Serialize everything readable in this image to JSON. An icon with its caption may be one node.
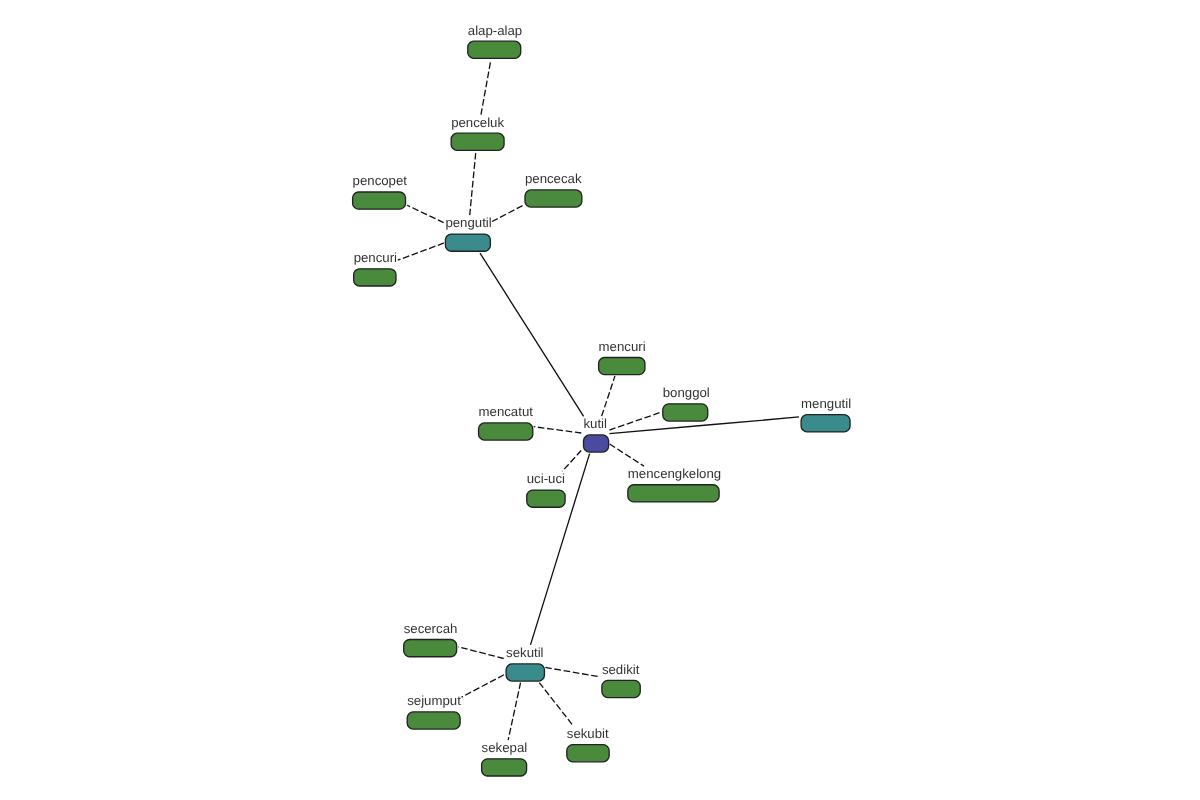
{
  "diagram": {
    "nodes": [
      {
        "text": [
          "kutil"
        ]
      },
      {
        "text": [
          "mengutil"
        ]
      },
      {
        "text": [
          "uci-uci"
        ]
      },
      {
        "text": [
          "mencuri"
        ]
      },
      {
        "text": [
          "mencengkelong"
        ]
      },
      {
        "text": [
          "bonggol"
        ]
      },
      {
        "text": [
          "mencatut"
        ]
      },
      {
        "text": [
          "sekutil"
        ]
      },
      {
        "text": [
          "sejumput"
        ]
      },
      {
        "text": [
          "sekubit"
        ]
      },
      {
        "text": [
          "sekepal"
        ]
      },
      {
        "text": [
          "secercah"
        ]
      },
      {
        "text": [
          "sedikit"
        ]
      },
      {
        "text": [
          "pengutil"
        ]
      },
      {
        "text": [
          "penceluk"
        ]
      },
      {
        "text": [
          "alap-alap"
        ]
      },
      {
        "text": [
          "pencecak"
        ]
      },
      {
        "text": [
          "pencopet"
        ]
      },
      {
        "text": [
          "pencuri"
        ]
      }
    ],
    "edges": [
      {
        "from": 0,
        "to": 1,
        "arrow": "none"
      },
      {
        "from": 0,
        "to": 2,
        "arrow": "none",
        "style": "dashed"
      },
      {
        "from": 0,
        "to": 3,
        "arrow": "none",
        "style": "dashed"
      },
      {
        "from": 0,
        "to": 4,
        "arrow": "none",
        "style": "dashed"
      },
      {
        "from": 0,
        "to": 5,
        "arrow": "none",
        "style": "dashed"
      },
      {
        "from": 0,
        "to": 6,
        "arrow": "none",
        "style": "dashed"
      },
      {
        "from": 0,
        "to": 7,
        "arrow": "none"
      },
      {
        "from": 7,
        "to": 8,
        "arrow": "none",
        "style": "dashed"
      },
      {
        "from": 7,
        "to": 9,
        "arrow": "none",
        "style": "dashed"
      },
      {
        "from": 7,
        "to": 10,
        "arrow": "none",
        "style": "dashed"
      },
      {
        "from": 7,
        "to": 11,
        "arrow": "none",
        "style": "dashed"
      },
      {
        "from": 7,
        "to": 12,
        "arrow": "none",
        "style": "dashed"
      },
      {
        "from": 0,
        "to": 13,
        "arrow": "none"
      },
      {
        "from": 13,
        "to": 14,
        "arrow": "none",
        "style": "dashed"
      },
      {
        "from": 14,
        "to": 15,
        "arrow": "none",
        "style": "dashed"
      },
      {
        "from": 13,
        "to": 16,
        "arrow": "none",
        "style": "dashed"
      },
      {
        "from": 13,
        "to": 17,
        "arrow": "none",
        "style": "dashed"
      },
      {
        "from": 13,
        "to": 18,
        "arrow": "none",
        "style": "dashed"
      }
    ]
  }
}
